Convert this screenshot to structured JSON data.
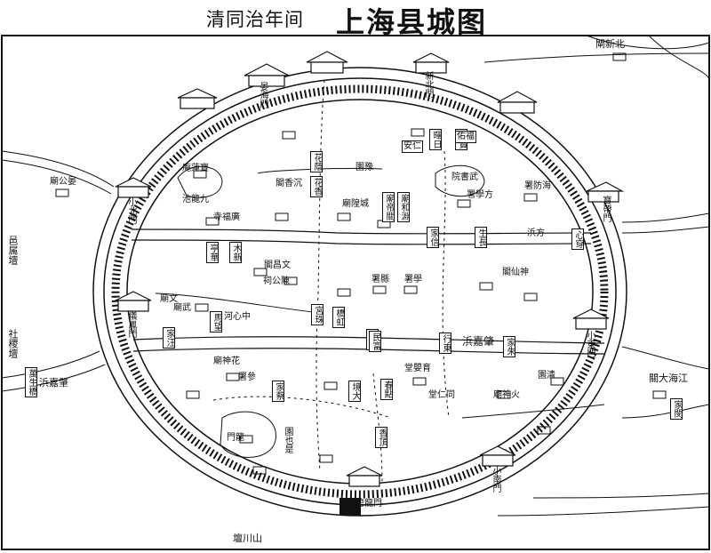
{
  "title": {
    "subtitle": "清同治年间",
    "main": "上海县城图"
  },
  "map_labels": {
    "outside": [
      {
        "key": "zhabei_guan",
        "text": "閘新北"
      },
      {
        "key": "yi_li_tan",
        "text": "邑属壇"
      },
      {
        "key": "she_ji_tan",
        "text": "社稷壇"
      },
      {
        "key": "shan_chuan_tan",
        "text": "壇川山"
      },
      {
        "key": "jiang_hai_guan",
        "text": "關大海江"
      },
      {
        "key": "yao_shen_miao",
        "text": "廟公晏"
      },
      {
        "key": "zhaojia_bang_w",
        "text": "浜嘉肇"
      },
      {
        "key": "wanshengqiao",
        "text": "萬生橋"
      }
    ],
    "gates": [
      {
        "key": "gate_north",
        "text": "晏海門"
      },
      {
        "key": "gate_xinbei",
        "text": "新北門"
      },
      {
        "key": "gate_east",
        "text": "寶帶門"
      },
      {
        "key": "gate_xiao_east",
        "text": "小東門"
      },
      {
        "key": "gate_south",
        "text": "跨龍門"
      },
      {
        "key": "gate_xiao_south",
        "text": "小南門"
      },
      {
        "key": "gate_west",
        "text": "儀鳳門"
      },
      {
        "key": "gate_xiao_north",
        "text": "小北門"
      }
    ],
    "inside": [
      {
        "key": "chenghuang",
        "text": "廟隍城"
      },
      {
        "key": "county_office",
        "text": "署縣"
      },
      {
        "key": "xuefang",
        "text": "署學方"
      },
      {
        "key": "haifang",
        "text": "署防海"
      },
      {
        "key": "wuxue",
        "text": "院書武"
      },
      {
        "key": "yuyuan",
        "text": "園豫"
      },
      {
        "key": "yuanhe",
        "text": "廟和淵"
      },
      {
        "key": "guandi",
        "text": "廟帝關"
      },
      {
        "key": "wenmiao",
        "text": "廟文"
      },
      {
        "key": "xueshu",
        "text": "署學"
      },
      {
        "key": "baolian",
        "text": "庵蓮寶"
      },
      {
        "key": "jiulongchi",
        "text": "池龍九"
      },
      {
        "key": "guangfu",
        "text": "寺福廣"
      },
      {
        "key": "shenxian",
        "text": "閣仙神"
      },
      {
        "key": "chen_gongci",
        "text": "祠公陳"
      },
      {
        "key": "wumiao",
        "text": "廟武"
      },
      {
        "key": "wenchang",
        "text": "閣昌文"
      },
      {
        "key": "chenxiangge",
        "text": "閣香沉"
      },
      {
        "key": "caijia",
        "text": "家蔡"
      },
      {
        "key": "dajing",
        "text": "境大"
      },
      {
        "key": "tongren",
        "text": "堂仁同"
      },
      {
        "key": "yuying",
        "text": "堂嬰育"
      },
      {
        "key": "huoshen",
        "text": "廟神火"
      },
      {
        "key": "qinghe",
        "text": "園清"
      },
      {
        "key": "lumen",
        "text": "門龍"
      },
      {
        "key": "yeshi",
        "text": "園也是"
      },
      {
        "key": "huashen",
        "text": "廟神花"
      },
      {
        "key": "jiaomen",
        "text": "署參"
      },
      {
        "key": "zhaojia_inner",
        "text": "浜嘉肇"
      },
      {
        "key": "fangbang",
        "text": "浜方"
      },
      {
        "key": "zhong_xinhe",
        "text": "河心中"
      },
      {
        "key": "yin_hua",
        "text": "花蔭"
      },
      {
        "key": "ri_hui",
        "text": "暉日"
      },
      {
        "key": "hong_qiao",
        "text": "橋虹"
      },
      {
        "key": "xin_qiao",
        "text": "橋新"
      },
      {
        "key": "wang_jia",
        "text": "家汪"
      },
      {
        "key": "dong_xing",
        "text": "行東"
      },
      {
        "key": "zhu_jia",
        "text": "家朱"
      },
      {
        "key": "chang_sheng",
        "text": "生長"
      },
      {
        "key": "chuan_xin",
        "text": "心穿"
      },
      {
        "key": "xin_jia",
        "text": "家信"
      },
      {
        "key": "bao_tong",
        "text": "通寶"
      },
      {
        "key": "fu_you",
        "text": "佑福"
      },
      {
        "key": "ren_an",
        "text": "安仁"
      },
      {
        "key": "xiang_hua",
        "text": "花香"
      },
      {
        "key": "kan_ding",
        "text": "家閔"
      },
      {
        "key": "xin_mu",
        "text": "木新"
      },
      {
        "key": "hua_ting",
        "text": "亭華"
      },
      {
        "key": "fu_min",
        "text": "民富"
      },
      {
        "key": "dian_chun",
        "text": "春點"
      },
      {
        "key": "zhu_gong",
        "text": "宮珠"
      },
      {
        "key": "ding_xiang",
        "text": "香頂"
      },
      {
        "key": "wang_ma",
        "text": "馬望"
      }
    ]
  }
}
